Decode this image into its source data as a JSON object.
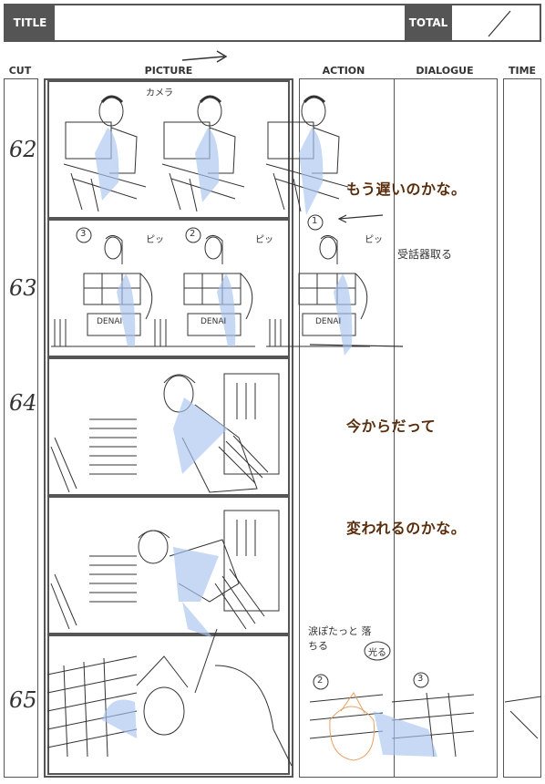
{
  "header": {
    "title_label": "TITLE",
    "title_value": "",
    "total_label": "TOTAL",
    "total_value": ""
  },
  "columns": {
    "cut": "CUT",
    "picture": "PICTURE",
    "action": "ACTION",
    "dialogue": "DIALOGUE",
    "time": "TIME"
  },
  "cuts": [
    "62",
    "63",
    "64",
    "65"
  ],
  "dialogue": [
    "もう遅いのかな。",
    "今からだって",
    "変われるのかな。"
  ],
  "notes": {
    "cam": "カメラ",
    "pi": "ピッ",
    "n1": "3",
    "n2": "2",
    "n3": "1",
    "denai": "DENAI",
    "action63": "受話器取る",
    "tear": "涙ぽたっと 落ちる",
    "bang": "光る",
    "c2": "2",
    "c3": "3"
  },
  "colors": {
    "frame": "#555555",
    "blue_tone": "#a9c4ef",
    "orange_sketch": "#e8a060",
    "dialogue_text": "#5a2d0c"
  }
}
